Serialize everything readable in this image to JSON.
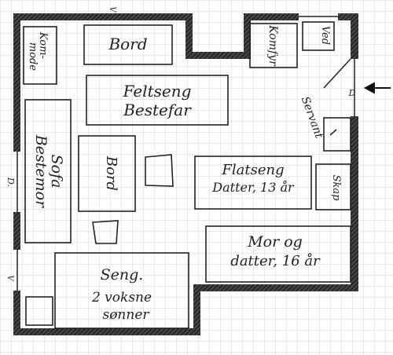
{
  "plan": {
    "furniture": {
      "kommode": {
        "line1": "Kom-",
        "line2": "mode"
      },
      "bord_top": {
        "line1": "Bord"
      },
      "feltseng": {
        "line1": "Feltseng",
        "line2": "Bestefar"
      },
      "komfyr": {
        "line1": "Komfyr"
      },
      "ved": {
        "line1": "Ved"
      },
      "sofa": {
        "line1": "Sofa",
        "line2": "Bestemor"
      },
      "bord_mid": {
        "line1": "Bord"
      },
      "flatseng": {
        "line1": "Flatseng",
        "line2": "Datter, 13 år"
      },
      "skap": {
        "line1": "Skap"
      },
      "mor_datter": {
        "line1": "Mor og",
        "line2": "datter, 16 år"
      },
      "seng": {
        "line1": "Seng.",
        "line2": "2 voksne",
        "line3": "sønner"
      }
    },
    "labels": {
      "servant": "Servant",
      "door_right": "D",
      "door_left": "D.",
      "v_top": "V",
      "v_left": "V"
    },
    "colors": {
      "ink": "#222222",
      "grid": "#c4c4c4",
      "wall": "#2a2a2a"
    }
  }
}
